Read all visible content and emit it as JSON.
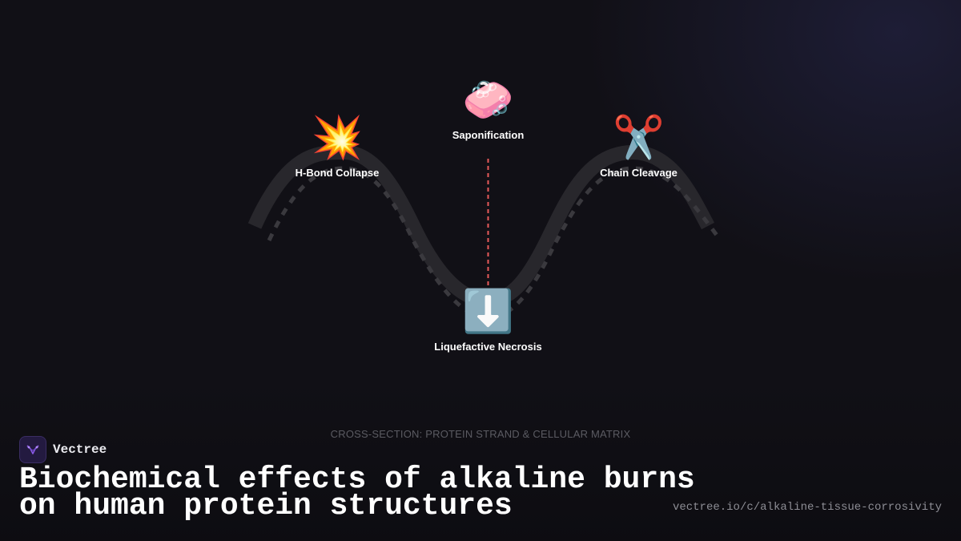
{
  "nodes": {
    "hbond": {
      "icon": "collision-icon",
      "glyph": "💥",
      "label": "H-Bond Collapse"
    },
    "saponification": {
      "icon": "soap-icon",
      "glyph": "🧼",
      "label": "Saponification"
    },
    "cleavage": {
      "icon": "scissors-icon",
      "glyph": "✂️",
      "label": "Chain Cleavage"
    },
    "necrosis": {
      "icon": "down-arrow-icon",
      "glyph": "⬇️",
      "label": "Liquefactive Necrosis"
    }
  },
  "caption": "CROSS-SECTION: PROTEIN STRAND & CELLULAR MATRIX",
  "brand": {
    "name": "Vectree"
  },
  "title": {
    "line1": "Biochemical effects of alkaline burns",
    "line2": "on human protein structures"
  },
  "url": "vectree.io/c/alkaline-tissue-corrosivity",
  "colors": {
    "background": "#111016",
    "strand": "#2a292e",
    "dashed_strand": "#3c3b40",
    "arrow": "#e85a5a",
    "accent": "#7c4ddb"
  }
}
